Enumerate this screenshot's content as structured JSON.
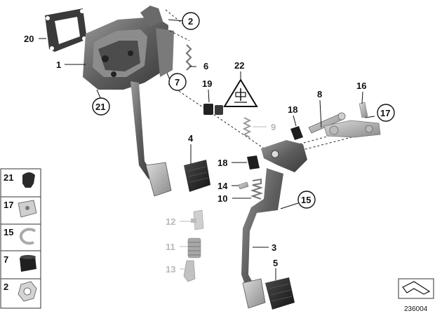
{
  "diagram_ref": "236004",
  "callouts": {
    "c1": "1",
    "c2": "2",
    "c3": "3",
    "c4": "4",
    "c5": "5",
    "c6": "6",
    "c7": "7",
    "c8": "8",
    "c9": "9",
    "c10": "10",
    "c11": "11",
    "c12": "12",
    "c13": "13",
    "c14": "14",
    "c15": "15",
    "c16": "16",
    "c17": "17",
    "c18a": "18",
    "c18b": "18",
    "c19": "19",
    "c20": "20",
    "c21": "21",
    "c22": "22"
  },
  "legend": {
    "l21": "21",
    "l17": "17",
    "l15": "15",
    "l7": "7",
    "l2": "2"
  },
  "colors": {
    "part_dark": "#2a2a2a",
    "part_mid": "#6f6f6f",
    "part_light": "#c9c9c9",
    "ghost": "#bdbdbd"
  }
}
